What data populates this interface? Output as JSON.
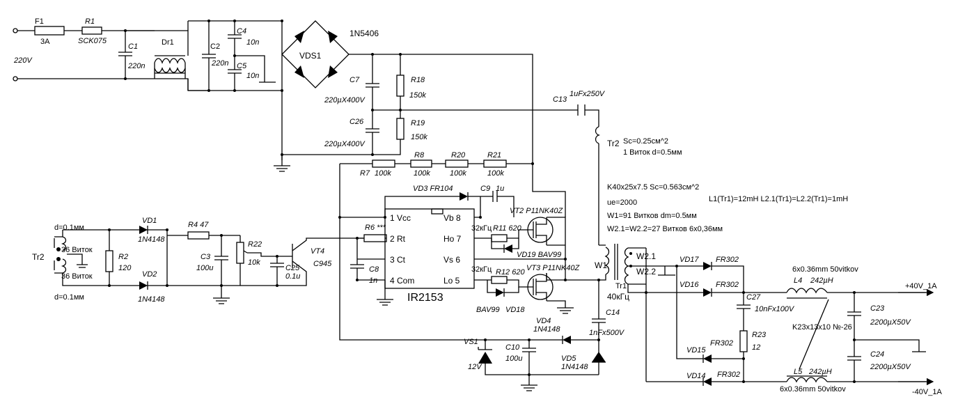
{
  "title": "",
  "labels": {
    "F1": "F1",
    "F1v": "3A",
    "R1": "R1",
    "R1v": "SCK075",
    "V220": "220V",
    "C1": "C1",
    "C1v": "220n",
    "Dr1": "Dr1",
    "C2": "C2",
    "C2v": "220n",
    "C4": "C4",
    "C4v": "10n",
    "C5": "C5",
    "C5v": "10n",
    "VDS1": "VDS1",
    "N5406": "1N5406",
    "C7": "C7",
    "C7v": "220µX400V",
    "R18": "R18",
    "R18v": "150k",
    "C26": "C26",
    "C26v": "220µX400V",
    "R19": "R19",
    "R19v": "150k",
    "C13": "C13",
    "C13v": "1uFx250V",
    "Tr2r": "Tr2",
    "Tr2spec1": "Sc=0.25см^2",
    "Tr2spec2": "1 Виток d=0.5мм",
    "R7": "R7",
    "R7v": "100k",
    "R8": "R8",
    "R8v": "100k",
    "R20": "R20",
    "R20v": "100k",
    "R21": "R21",
    "R21v": "100k",
    "VD3": "VD3 FR104",
    "C9": "C9",
    "C9v": "1u",
    "VT2": "VT2  P11NK40Z",
    "pin1": "1 Vcc",
    "pin2": "2 Rt",
    "pin3": "3 Ct",
    "pin4": "4 Com",
    "pin5": "Lo 5",
    "pin6": "Vs 6",
    "pin7": "Ho 7",
    "pin8": "Vb 8",
    "ic": "IR2153",
    "R6": "R6 ***",
    "C8": "C8",
    "C8v": "1n",
    "f1": "32кГц",
    "R11": "R11 620",
    "VD19": "VD19 BAV99",
    "f2": "32кГц",
    "R12": "R12 620",
    "VT3": "VT3  P11NK40Z",
    "VD18a": "BAV99",
    "VD18b": "VD18",
    "spec1": "K40x25x7.5 Sc=0.563см^2",
    "spec2": "L1(Tr1)=12mH    L2.1(Tr1)=L2.2(Tr1)=1mH",
    "spec3": "ue=2000",
    "spec4": "W1=91 Витков dm=0.5мм",
    "spec5": "W2.1=W2.2=27 Витков  6x0,36мм",
    "d1": "d=0.1мм",
    "d2": "d=0.1мм",
    "Tr2l": "Tr2",
    "t1": "36 Виток",
    "t2": "36 Виток",
    "R2": "R2",
    "R2v": "120",
    "VD1": "VD1",
    "VD1v": "1N4148",
    "VD2": "VD2",
    "VD2v": "1N4148",
    "R4": "R4  47",
    "C3": "C3",
    "C3v": "100u",
    "R22": "R22",
    "R22v": "10k",
    "C25": "C25",
    "C25v": "0.1u",
    "VT4": "VT4",
    "VT4v": "C945",
    "W1": "W1",
    "W21": "W2.1",
    "W22": "W2.2",
    "Tr1": "Tr1",
    "Tr1f": "40кГц",
    "C14": "C14",
    "C14v": "1nFx500V",
    "VD4": "VD4",
    "VD4v": "1N4148",
    "VD5": "VD5",
    "VD5v": "1N4148",
    "VS1": "VS1",
    "VS1v": "12V",
    "C10": "C10",
    "C10v": "100u",
    "VD17": "VD17",
    "VD17v": "FR302",
    "VD16": "VD16",
    "VD16v": "FR302",
    "VD15": "VD15",
    "VD15v": "FR302",
    "VD14": "VD14",
    "VD14v": "FR302",
    "C27": "C27",
    "C27v": "10nFx100V",
    "R23": "R23",
    "R23v": "12",
    "L4w": "6x0.36mm  50vitkov",
    "L4": "L4",
    "L4v": "242µH",
    "L5": "L5",
    "L5v": "242µH",
    "L5w": "6x0.36mm  50vitkov",
    "C23": "C23",
    "C23v": "2200µX50V",
    "C24": "C24",
    "C24v": "2200µX50V",
    "core": "K23x13x10 №-26",
    "out1": "+40V_1A",
    "out2": "-40V_1A"
  }
}
